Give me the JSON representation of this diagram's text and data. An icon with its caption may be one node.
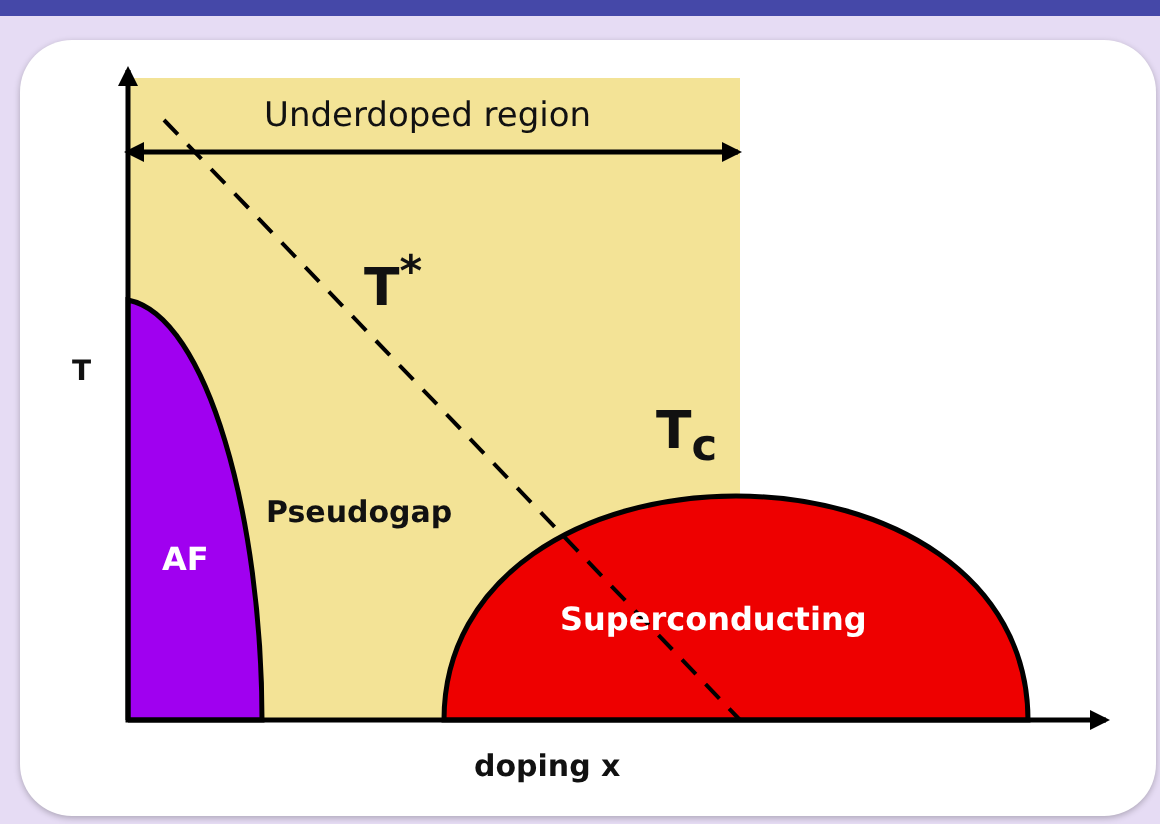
{
  "diagram": {
    "nodes": [
      {
        "text": [
          "Pseudogap"
        ]
      },
      {
        "text": [
          "AF"
        ],
        "in": 0
      },
      {
        "text": [
          "Superconducting"
        ]
      }
    ],
    "labels": [
      "Underdoped region",
      "T$^{*}$",
      "T",
      "T$_{c}$",
      "doping x"
    ]
  }
}
